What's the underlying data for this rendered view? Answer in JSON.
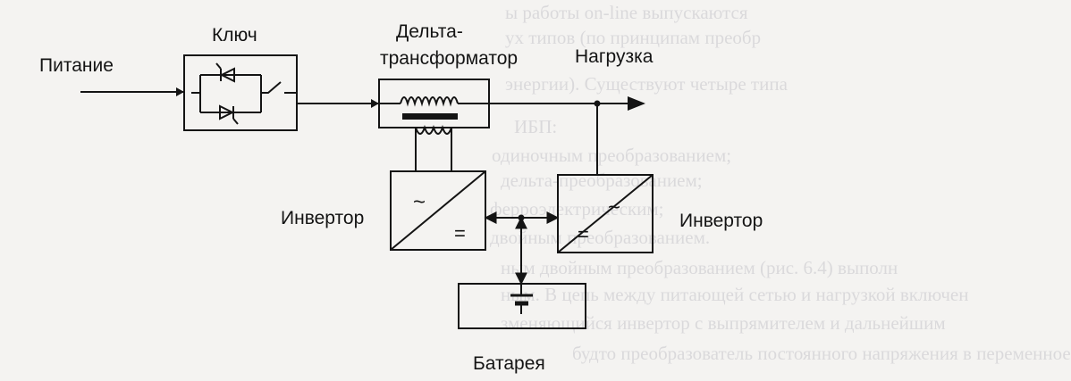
{
  "diagram": {
    "labels": {
      "power": "Питание",
      "switch": "Ключ",
      "delta_transformer_line1": "Дельта-",
      "delta_transformer_line2": "трансформатор",
      "load": "Нагрузка",
      "inverter_left": "Инвертор",
      "inverter_right": "Инвертор",
      "battery": "Батарея"
    },
    "symbols": {
      "ac": "~",
      "dc": "="
    }
  },
  "background_text": [
    "ы работы on-line выпускаются",
    "ух типов (по принципам преобр",
    "энергии). Существуют четыре типа",
    "ИБП:",
    "одиночным преобразованием;",
    "дельта-преобразованием;",
    "ферроэлектрическим;",
    "двойным преобразованием.",
    "ным двойным преобразованием (рис. 6.4) выполн",
    "ным. В цепь между питающей сетью и нагрузкой включен",
    "зменяющийся инвертор с выпрямителем и дальнейшим",
    "будто преобразователь постоянного напряжения в переменное"
  ]
}
